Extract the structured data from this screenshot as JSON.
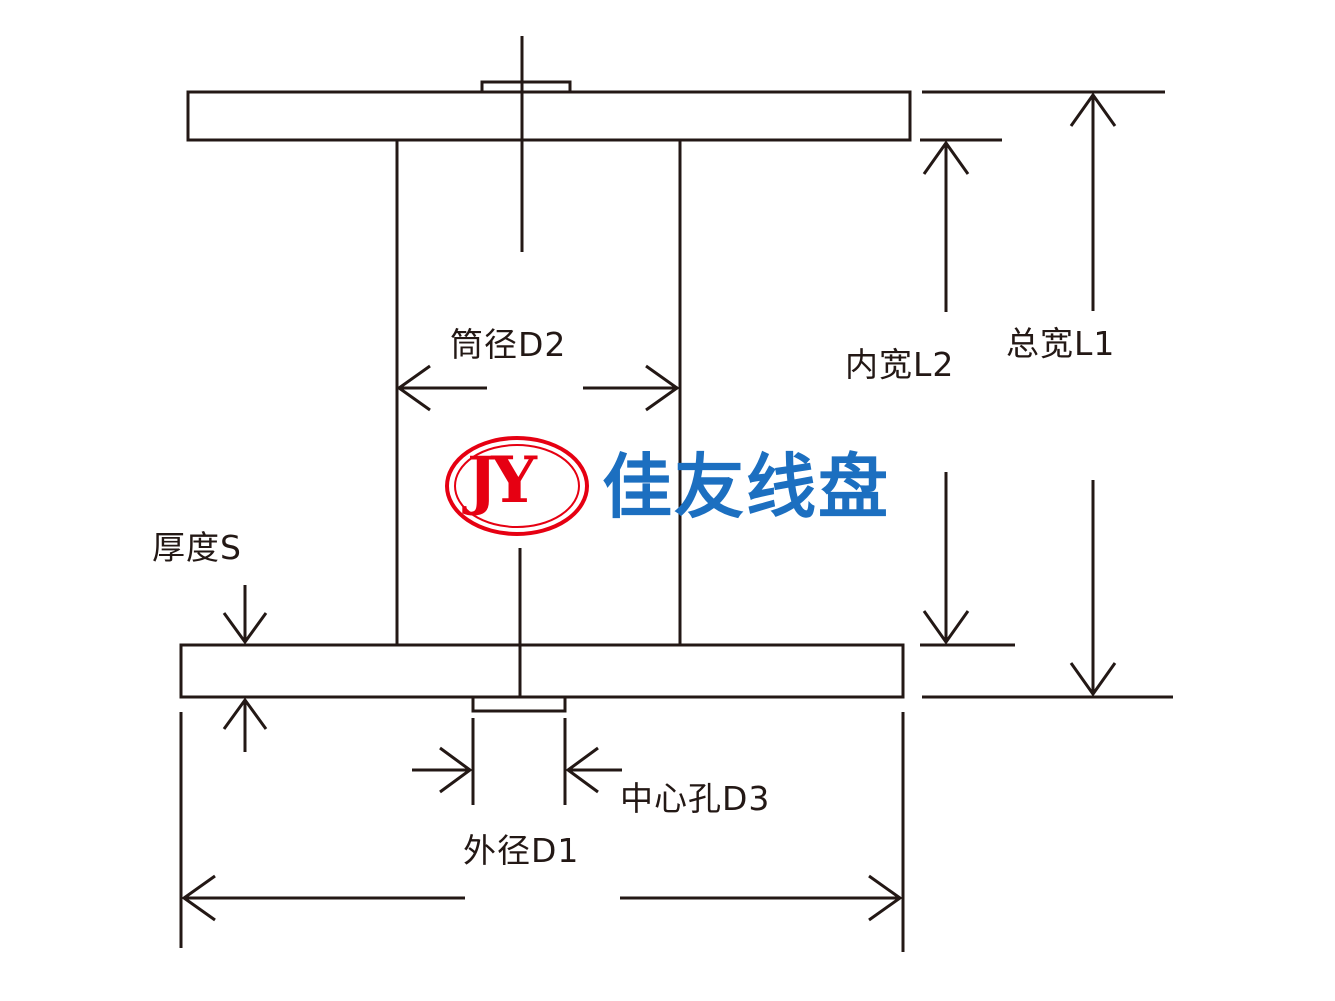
{
  "labels": {
    "tube_diameter": "筒径D2",
    "inner_width": "内宽L2",
    "total_width": "总宽L1",
    "thickness": "厚度S",
    "center_hole": "中心孔D3",
    "outer_diameter": "外径D1"
  },
  "logo": {
    "monogram": "JY",
    "company_name": "佳友线盘",
    "monogram_color": "#e60012",
    "name_color": "#1c6fc0"
  },
  "colors": {
    "line": "#231815",
    "background": "#ffffff"
  }
}
